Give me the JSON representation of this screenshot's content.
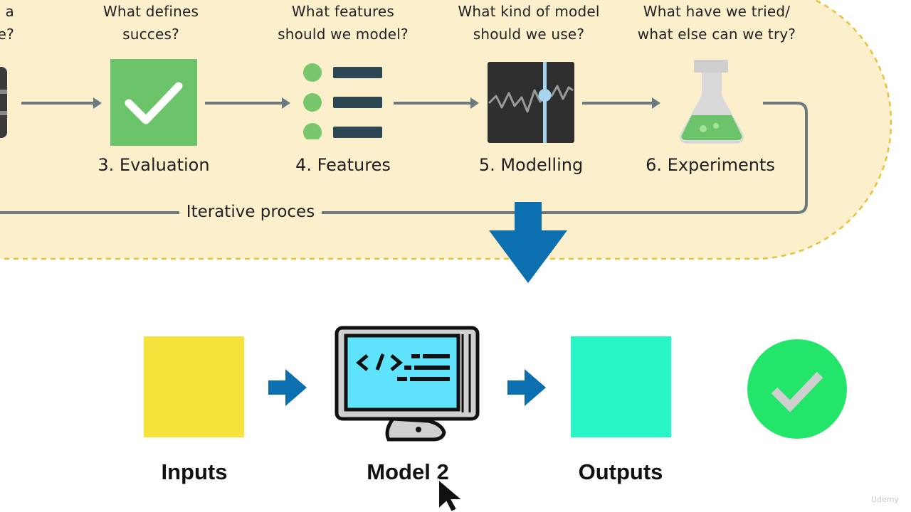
{
  "pipeline": {
    "cut_question_line1": "a",
    "cut_question_line2": "e?",
    "steps": [
      {
        "question_line1": "What defines",
        "question_line2": "succes?",
        "label": "3. Evaluation"
      },
      {
        "question_line1": "What features",
        "question_line2": "should we model?",
        "label": "4. Features"
      },
      {
        "question_line1": "What kind of model",
        "question_line2": "should we use?",
        "label": "5. Modelling"
      },
      {
        "question_line1": "What have we tried/",
        "question_line2": "what else can we try?",
        "label": "6. Experiments"
      }
    ],
    "loop_label": "Iterative proces"
  },
  "flow": {
    "inputs_label": "Inputs",
    "model_label": "Model 2",
    "outputs_label": "Outputs"
  },
  "colors": {
    "band": "#fbefcc",
    "band_border": "#e8c23a",
    "arrow_gray": "#6b7a80",
    "evaluation_green": "#6bc46a",
    "feature_dot": "#77c86a",
    "feature_bar": "#2d4653",
    "model_panel": "#2f2f2f",
    "blue_arrow": "#0b6fb0",
    "inputs_yellow": "#f5e23a",
    "outputs_teal": "#28f5c6",
    "check_green": "#23e56a",
    "screen_cyan": "#5fe2fb"
  },
  "watermark": "Udemy"
}
